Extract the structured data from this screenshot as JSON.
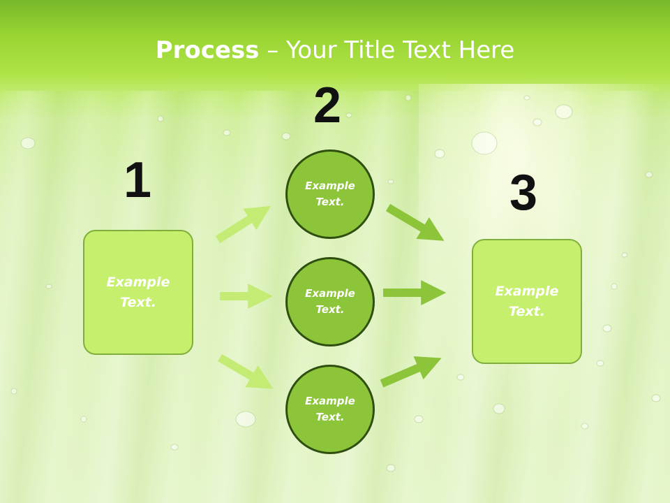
{
  "slide": {
    "title_bold": "Process",
    "title_rest": " – Your Title Text Here"
  },
  "steps": [
    {
      "number": "1"
    },
    {
      "number": "2"
    },
    {
      "number": "3"
    }
  ],
  "left_box": {
    "text": "Example\nText."
  },
  "right_box": {
    "text": "Example\nText."
  },
  "circles": [
    {
      "text": "Example\nText."
    },
    {
      "text": "Example\nText."
    },
    {
      "text": "Example\nText."
    }
  ],
  "colors": {
    "header_green": "#98d432",
    "box_fill": "#c6ef6e",
    "circle_fill": "#8cc43a",
    "circle_border": "#2f4f10",
    "arrow_light": "#c4ec74",
    "arrow_dark": "#8cc43a"
  }
}
